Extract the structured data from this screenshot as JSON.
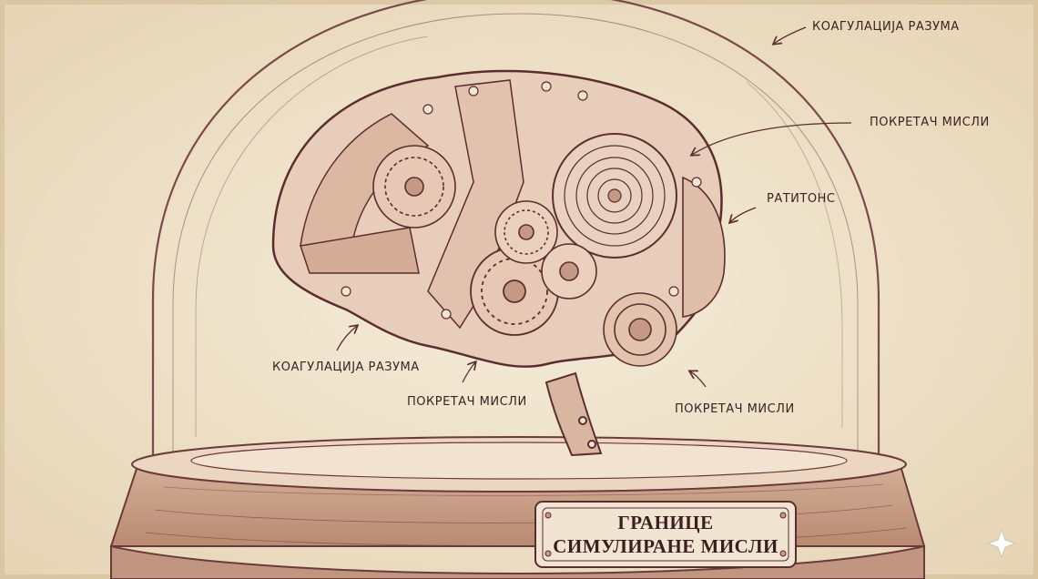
{
  "labels": {
    "top_right": "КОАГУЛАЦИЈА РАЗУМА",
    "right_upper": "ПОКРЕТАЧ МИСЛИ",
    "right_middle": "РАТИТОНС",
    "lower_left": "КОАГУЛАЦИЈА РАЗУМА",
    "lower_center": "ПОКРЕТАЧ МИСЛИ",
    "lower_right": "ПОКРЕТАЧ МИСЛИ"
  },
  "plaque": {
    "line1": "ГРАНИЦЕ",
    "line2": "СИМУЛИРАНЕ МИСЛИ"
  },
  "colors": {
    "paper": "#f1e6d2",
    "ink": "#6b3a3a",
    "ink_dark": "#3a2222"
  },
  "icons": {
    "corner": "sparkle-icon"
  }
}
